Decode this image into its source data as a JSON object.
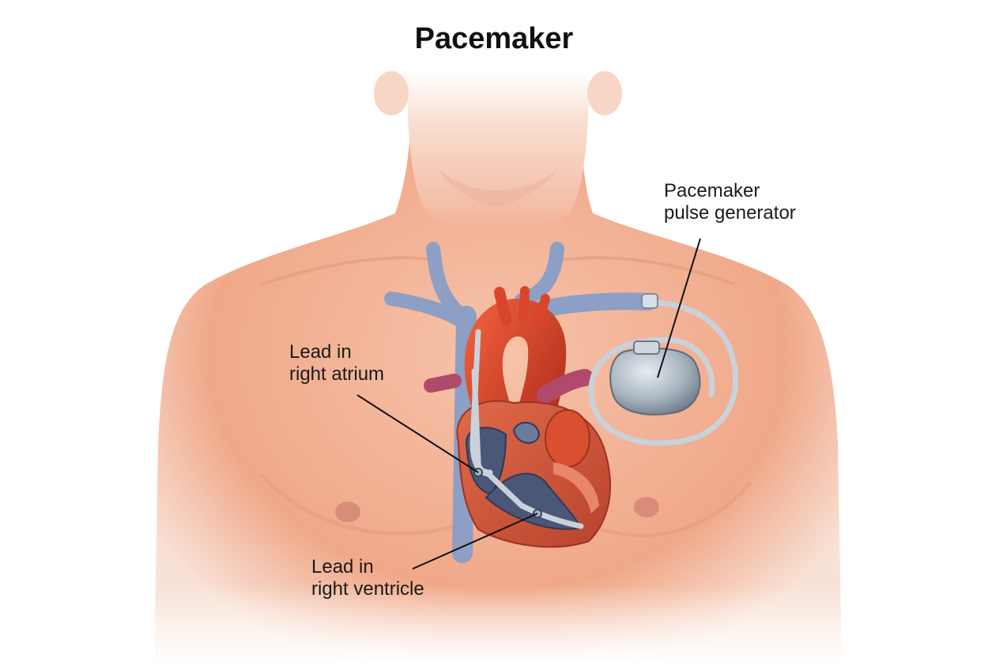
{
  "title": "Pacemaker",
  "labels": {
    "generator": {
      "line1": "Pacemaker",
      "line2": "pulse generator"
    },
    "atrium": {
      "line1": "Lead in",
      "line2": "right atrium"
    },
    "ventricle": {
      "line1": "Lead in",
      "line2": "right ventricle"
    }
  },
  "colors": {
    "skin": "#f3b59a",
    "skin_shadow": "#e59a7e",
    "vein": "#8d9fc4",
    "artery": "#d8452a",
    "heart_muscle": "#d35a3c",
    "device": "#aeb9c3",
    "lead_wire": "#c9d2da"
  }
}
